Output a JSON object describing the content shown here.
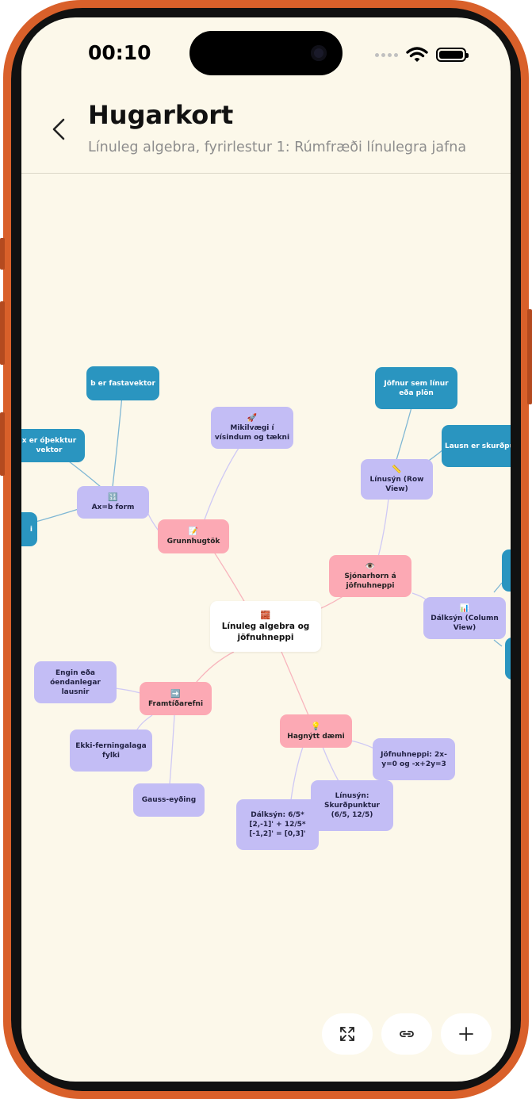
{
  "status_bar": {
    "time": "00:10"
  },
  "header": {
    "title": "Hugarkort",
    "subtitle": "Línuleg algebra, fyrirlestur 1: Rúmfræði línulegra jafna"
  },
  "mindmap": {
    "root": {
      "emoji": "🧱",
      "label": "Línuleg algebra og jöfnuhneppi"
    },
    "nodes": {
      "grunnhugtok": {
        "emoji": "📝",
        "label": "Grunnhugtök"
      },
      "mikilvaegi": {
        "emoji": "🚀",
        "label": "Mikilvægi í vísindum og tækni"
      },
      "axb": {
        "emoji": "🔢",
        "label": "Ax=b form"
      },
      "b_fasta": {
        "label": "b er fastavektor"
      },
      "x_ophekktur": {
        "label": "x er óþekktur vektor"
      },
      "left_edge": {
        "label": "i"
      },
      "sjonarhorn": {
        "emoji": "👁️",
        "label": "Sjónarhorn á jöfnuhneppi"
      },
      "linusyn": {
        "emoji": "📏",
        "label": "Línusýn (Row View)"
      },
      "jofnur_sem_linur": {
        "label": "Jöfnur sem línur eða plön"
      },
      "lausn_skurd": {
        "label": "Lausn er skurðpunkt"
      },
      "dalksyn": {
        "emoji": "📊",
        "label": "Dálksýn (Column View)"
      },
      "framtidarefni": {
        "emoji": "➡️",
        "label": "Framtíðarefni"
      },
      "engin_lausn": {
        "label": "Engin eða óendanlegar lausnir"
      },
      "ekki_ferning": {
        "label": "Ekki-ferningalaga fylki"
      },
      "gauss": {
        "label": "Gauss-eyðing"
      },
      "hagnytt": {
        "emoji": "💡",
        "label": "Hagnýtt dæmi"
      },
      "jofnuhneppi_daemi": {
        "label": "Jöfnuhneppi: 2x-y=0 og -x+2y=3"
      },
      "linusyn_skurd": {
        "label": "Línusýn: Skurðpunktur (6/5, 12/5)"
      },
      "dalksyn_daemi": {
        "label": "Dálksýn: 6/5*[2,-1]' + 12/5*[-1,2]' = [0,3]'"
      }
    }
  },
  "toolbar": {
    "fit_icon": "expand-arrows-icon",
    "link_icon": "link-icon",
    "add_icon": "plus-icon"
  },
  "colors": {
    "background": "#fcf8ea",
    "leaf_blue": "#2a95c0",
    "branch_purple": "#c3bdf5",
    "category_pink": "#fca9b4",
    "frame_orange": "#d9602a"
  }
}
